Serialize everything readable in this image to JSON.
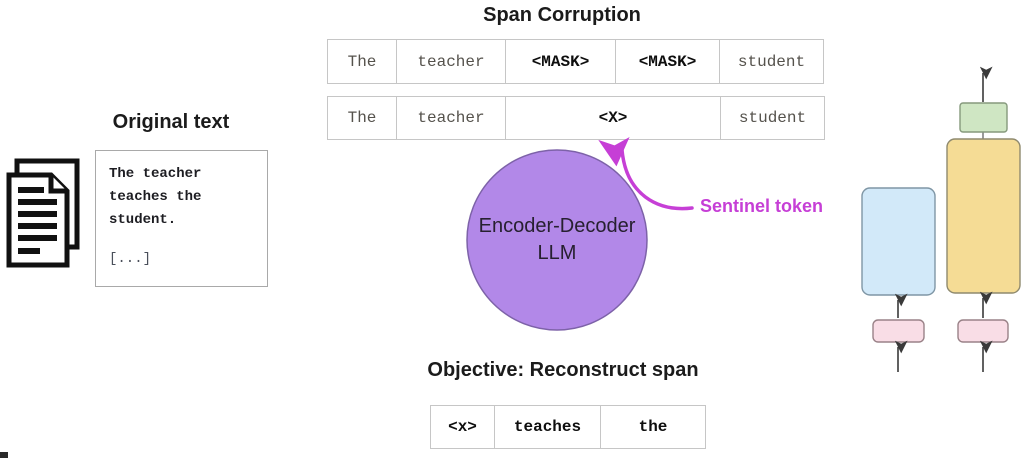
{
  "title": "Span Corruption",
  "original": {
    "heading": "Original text",
    "icon": "document-pages-icon",
    "lines": [
      "The teacher",
      "teaches the",
      "student."
    ],
    "ellipsis": "[...]"
  },
  "corruption": {
    "masked_row": {
      "cells": [
        "The",
        "teacher",
        "<MASK>",
        "<MASK>",
        "student"
      ]
    },
    "sentinel_row": {
      "cells": [
        "The",
        "teacher",
        "<X>",
        "student"
      ]
    }
  },
  "model": {
    "line1": "Encoder-Decoder",
    "line2": "LLM"
  },
  "annotation": {
    "sentinel_label": "Sentinel token"
  },
  "objective": {
    "heading": "Objective: Reconstruct span",
    "cells": [
      "<x>",
      "teaches",
      "the"
    ]
  },
  "colors": {
    "model_fill": "#b288e8",
    "model_stroke": "#7d62a8",
    "magenta": "#c63fd6",
    "encoder_fill": "#d2e9f9",
    "decoder_fill": "#f5dc95",
    "head_fill": "#cfe6c3",
    "embed_fill": "#f9dde6",
    "box_stroke": "#7e7e7e"
  }
}
